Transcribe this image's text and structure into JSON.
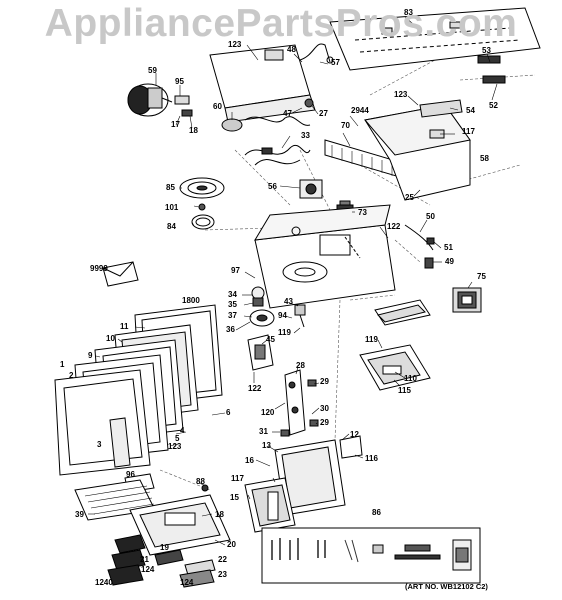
{
  "watermark": "AppliancePartsPros.com",
  "callouts": [
    {
      "id": "c83",
      "text": "83"
    },
    {
      "id": "c53",
      "text": "53"
    },
    {
      "id": "c123a",
      "text": "123"
    },
    {
      "id": "c48",
      "text": "48"
    },
    {
      "id": "c57",
      "text": "57"
    },
    {
      "id": "c59",
      "text": "59"
    },
    {
      "id": "c95",
      "text": "95"
    },
    {
      "id": "c52",
      "text": "52"
    },
    {
      "id": "c123b",
      "text": "123"
    },
    {
      "id": "c60",
      "text": "60"
    },
    {
      "id": "c47",
      "text": "47"
    },
    {
      "id": "c27",
      "text": "27"
    },
    {
      "id": "c2944",
      "text": "2944"
    },
    {
      "id": "c54",
      "text": "54"
    },
    {
      "id": "c17",
      "text": "17"
    },
    {
      "id": "c18",
      "text": "18"
    },
    {
      "id": "c70",
      "text": "70"
    },
    {
      "id": "c117a",
      "text": "117"
    },
    {
      "id": "c33",
      "text": "33"
    },
    {
      "id": "c58",
      "text": "58"
    },
    {
      "id": "c85",
      "text": "85"
    },
    {
      "id": "c56",
      "text": "56"
    },
    {
      "id": "c25",
      "text": "25"
    },
    {
      "id": "c101",
      "text": "101"
    },
    {
      "id": "c73",
      "text": "73"
    },
    {
      "id": "c84",
      "text": "84"
    },
    {
      "id": "c50",
      "text": "50"
    },
    {
      "id": "c122a",
      "text": "122"
    },
    {
      "id": "c51",
      "text": "51"
    },
    {
      "id": "c9999",
      "text": "9999"
    },
    {
      "id": "c49",
      "text": "49"
    },
    {
      "id": "c97",
      "text": "97"
    },
    {
      "id": "c75",
      "text": "75"
    },
    {
      "id": "c34",
      "text": "34"
    },
    {
      "id": "c1800",
      "text": "1800"
    },
    {
      "id": "c35",
      "text": "35"
    },
    {
      "id": "c43",
      "text": "43"
    },
    {
      "id": "c37",
      "text": "37"
    },
    {
      "id": "c94",
      "text": "94"
    },
    {
      "id": "c11",
      "text": "11"
    },
    {
      "id": "c36",
      "text": "36"
    },
    {
      "id": "c119a",
      "text": "119"
    },
    {
      "id": "c10",
      "text": "10"
    },
    {
      "id": "c45",
      "text": "45"
    },
    {
      "id": "c119b",
      "text": "119"
    },
    {
      "id": "c9",
      "text": "9"
    },
    {
      "id": "c1",
      "text": "1"
    },
    {
      "id": "c28",
      "text": "28"
    },
    {
      "id": "c2",
      "text": "2"
    },
    {
      "id": "c110",
      "text": "110"
    },
    {
      "id": "c122b",
      "text": "122"
    },
    {
      "id": "c29a",
      "text": "29"
    },
    {
      "id": "c115",
      "text": "115"
    },
    {
      "id": "c120",
      "text": "120"
    },
    {
      "id": "c30",
      "text": "30"
    },
    {
      "id": "c6",
      "text": "6"
    },
    {
      "id": "c4",
      "text": "4"
    },
    {
      "id": "c29b",
      "text": "29"
    },
    {
      "id": "c31",
      "text": "31"
    },
    {
      "id": "c12",
      "text": "12"
    },
    {
      "id": "c3",
      "text": "3"
    },
    {
      "id": "c5",
      "text": "5"
    },
    {
      "id": "c123c",
      "text": "123"
    },
    {
      "id": "c13",
      "text": "13"
    },
    {
      "id": "c116",
      "text": "116"
    },
    {
      "id": "c16",
      "text": "16"
    },
    {
      "id": "c96",
      "text": "96"
    },
    {
      "id": "c88",
      "text": "88"
    },
    {
      "id": "c117b",
      "text": "117"
    },
    {
      "id": "c15",
      "text": "15"
    },
    {
      "id": "c86",
      "text": "86"
    },
    {
      "id": "c39",
      "text": "39"
    },
    {
      "id": "c18b",
      "text": "18"
    },
    {
      "id": "c19",
      "text": "19"
    },
    {
      "id": "c20",
      "text": "20"
    },
    {
      "id": "c21",
      "text": "21"
    },
    {
      "id": "c124a",
      "text": "124"
    },
    {
      "id": "c22",
      "text": "22"
    },
    {
      "id": "c1240",
      "text": "1240"
    },
    {
      "id": "c124b",
      "text": "124"
    },
    {
      "id": "c23",
      "text": "23"
    }
  ],
  "art_number": "(ART NO. WB12102 C2)"
}
